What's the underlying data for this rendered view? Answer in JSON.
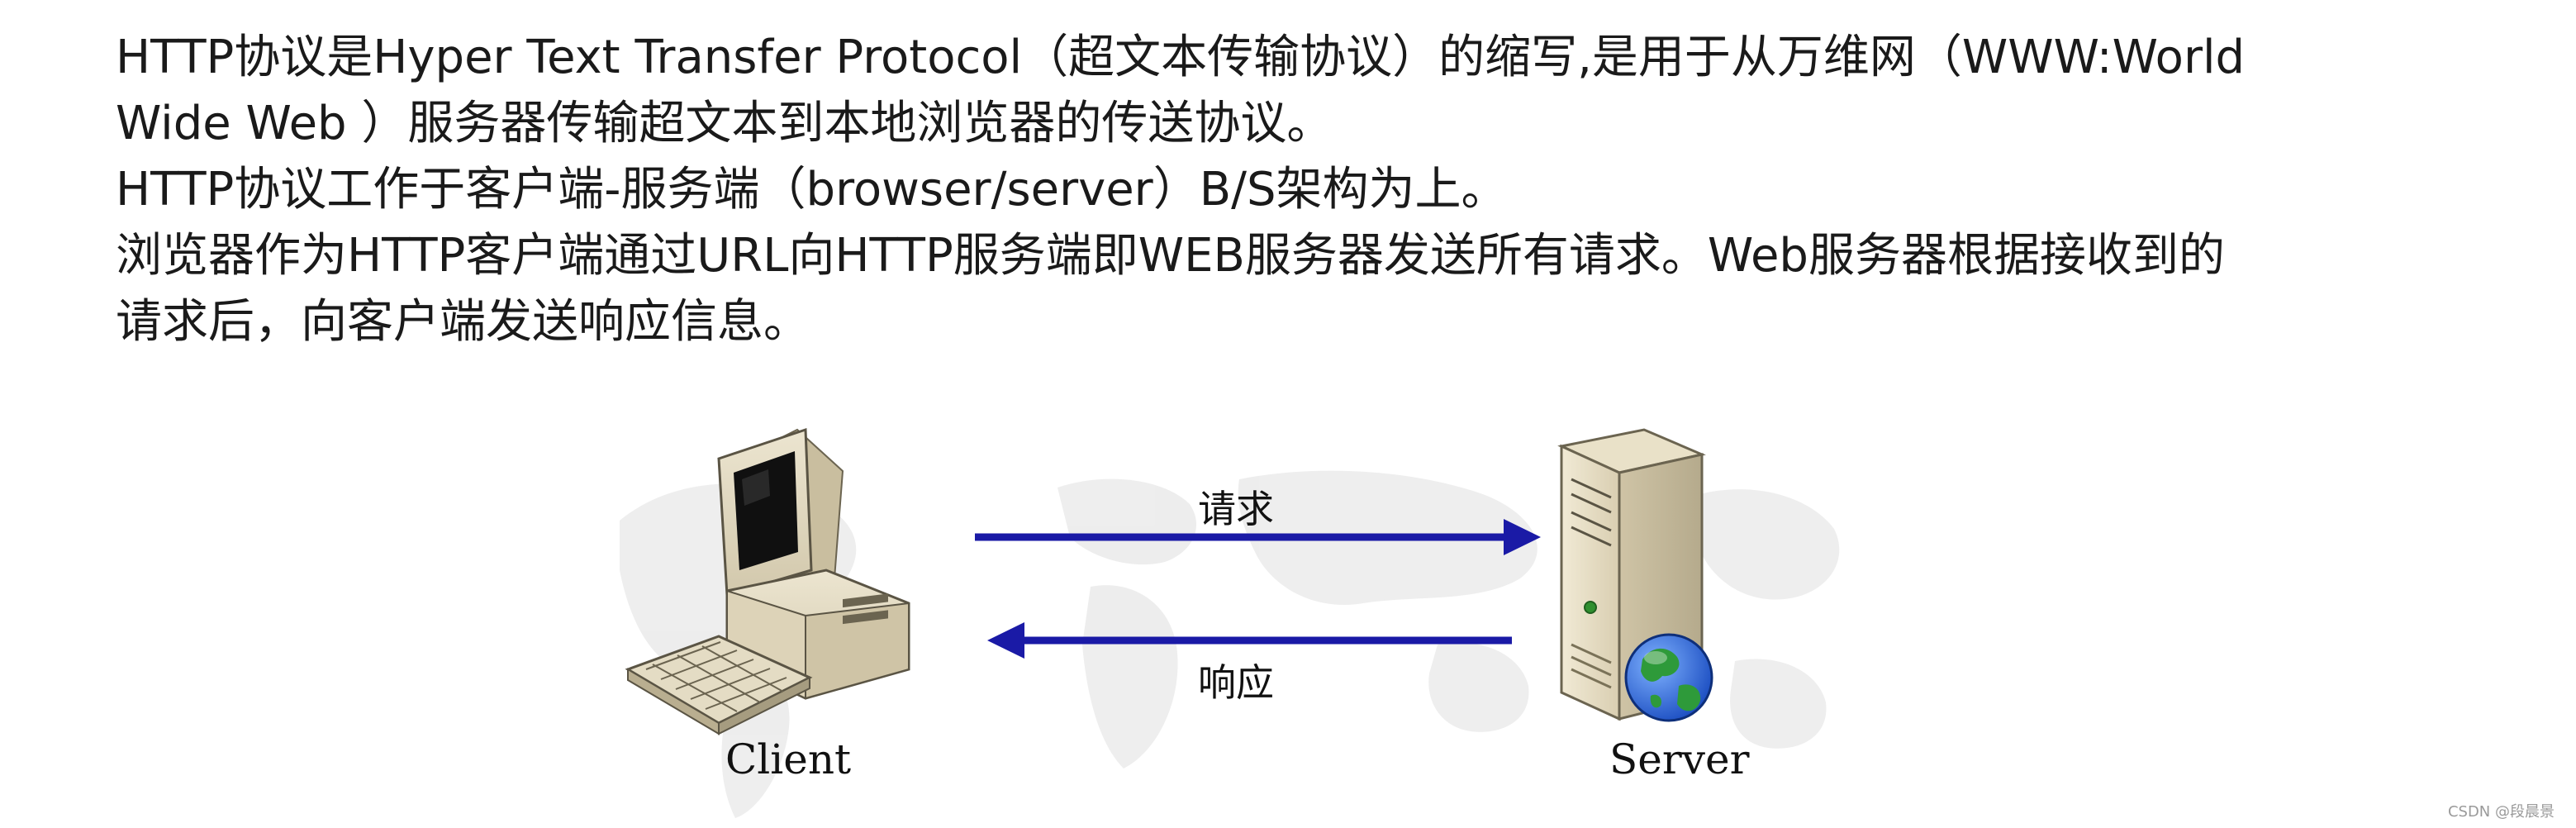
{
  "paragraphs": [
    "HTTP协议是Hyper Text Transfer Protocol（超文本传输协议）的缩写,是用于从万维网（WWW:World",
    "Wide Web ）服务器传输超文本到本地浏览器的传送协议。",
    "HTTP协议工作于客户端-服务端（browser/server）B/S架构为上。",
    "浏览器作为HTTP客户端通过URL向HTTP服务端即WEB服务器发送所有请求。Web服务器根据接收到的",
    "请求后，向客户端发送响应信息。"
  ],
  "diagram": {
    "request_label": "请求",
    "response_label": "响应",
    "client_label": "Client",
    "server_label": "Server",
    "arrow_color": "#1a1aa6",
    "icons": [
      "computer-icon",
      "server-icon",
      "globe-icon",
      "world-map-background"
    ]
  },
  "watermark": "CSDN @段晨景"
}
